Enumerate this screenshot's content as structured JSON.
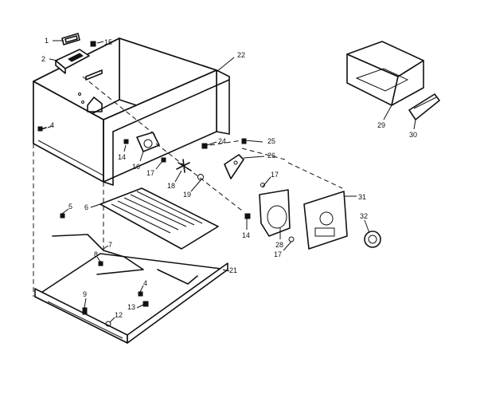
{
  "callouts": [
    {
      "id": "c1",
      "text": "1"
    },
    {
      "id": "c2",
      "text": "2"
    },
    {
      "id": "c15",
      "text": "15"
    },
    {
      "id": "c22",
      "text": "22"
    },
    {
      "id": "c4a",
      "text": "4"
    },
    {
      "id": "c14a",
      "text": "14"
    },
    {
      "id": "c16",
      "text": "16"
    },
    {
      "id": "c17a",
      "text": "17"
    },
    {
      "id": "c18",
      "text": "18"
    },
    {
      "id": "c19",
      "text": "19"
    },
    {
      "id": "c24",
      "text": "24"
    },
    {
      "id": "c25",
      "text": "25"
    },
    {
      "id": "c26",
      "text": "26"
    },
    {
      "id": "c17b",
      "text": "17"
    },
    {
      "id": "c14b",
      "text": "14"
    },
    {
      "id": "c28",
      "text": "28"
    },
    {
      "id": "c17c",
      "text": "17"
    },
    {
      "id": "c31",
      "text": "31"
    },
    {
      "id": "c32",
      "text": "32"
    },
    {
      "id": "c29",
      "text": "29"
    },
    {
      "id": "c30",
      "text": "30"
    },
    {
      "id": "c5",
      "text": "5"
    },
    {
      "id": "c6",
      "text": "6"
    },
    {
      "id": "c7",
      "text": "7"
    },
    {
      "id": "c8",
      "text": "8"
    },
    {
      "id": "c21",
      "text": "21"
    },
    {
      "id": "c4b",
      "text": "4"
    },
    {
      "id": "c9",
      "text": "9"
    },
    {
      "id": "c13",
      "text": "13"
    },
    {
      "id": "c12",
      "text": "12"
    }
  ]
}
